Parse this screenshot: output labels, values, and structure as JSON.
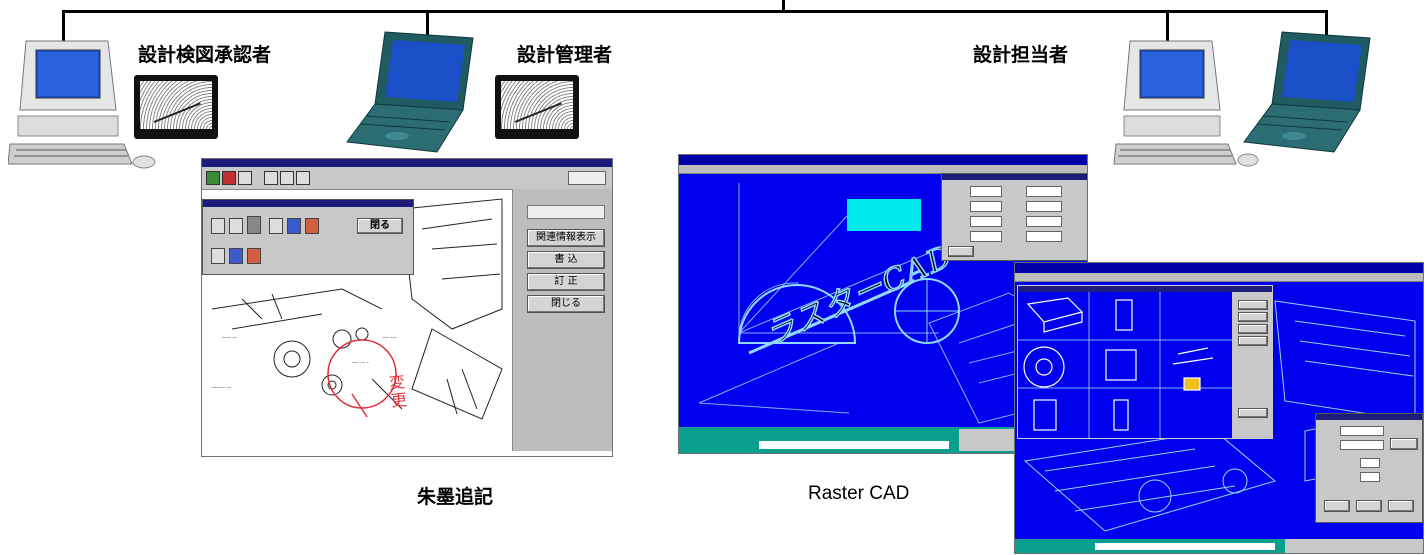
{
  "roles": {
    "approver": "設計検図承認者",
    "manager": "設計管理者",
    "designer": "設計担当者"
  },
  "captions": {
    "redline": "朱墨追記",
    "raster_cad": "Raster CAD"
  },
  "redline_window": {
    "side_buttons": [
      "関連情報表示",
      "書 込",
      "訂 正",
      "閉じる"
    ],
    "panel_button": "閉る",
    "annotation": "変更"
  },
  "cad_window": {
    "stamp_text": "ラスターCAD"
  },
  "colors": {
    "cad_blue": "#0000ee",
    "redline": "#e0303a",
    "panel_gray": "#c0c0c0",
    "monitor_screen": "#1a4fc8"
  },
  "icons": [
    "desktop-computer-icon",
    "laptop-icon",
    "pen-tablet-icon"
  ]
}
